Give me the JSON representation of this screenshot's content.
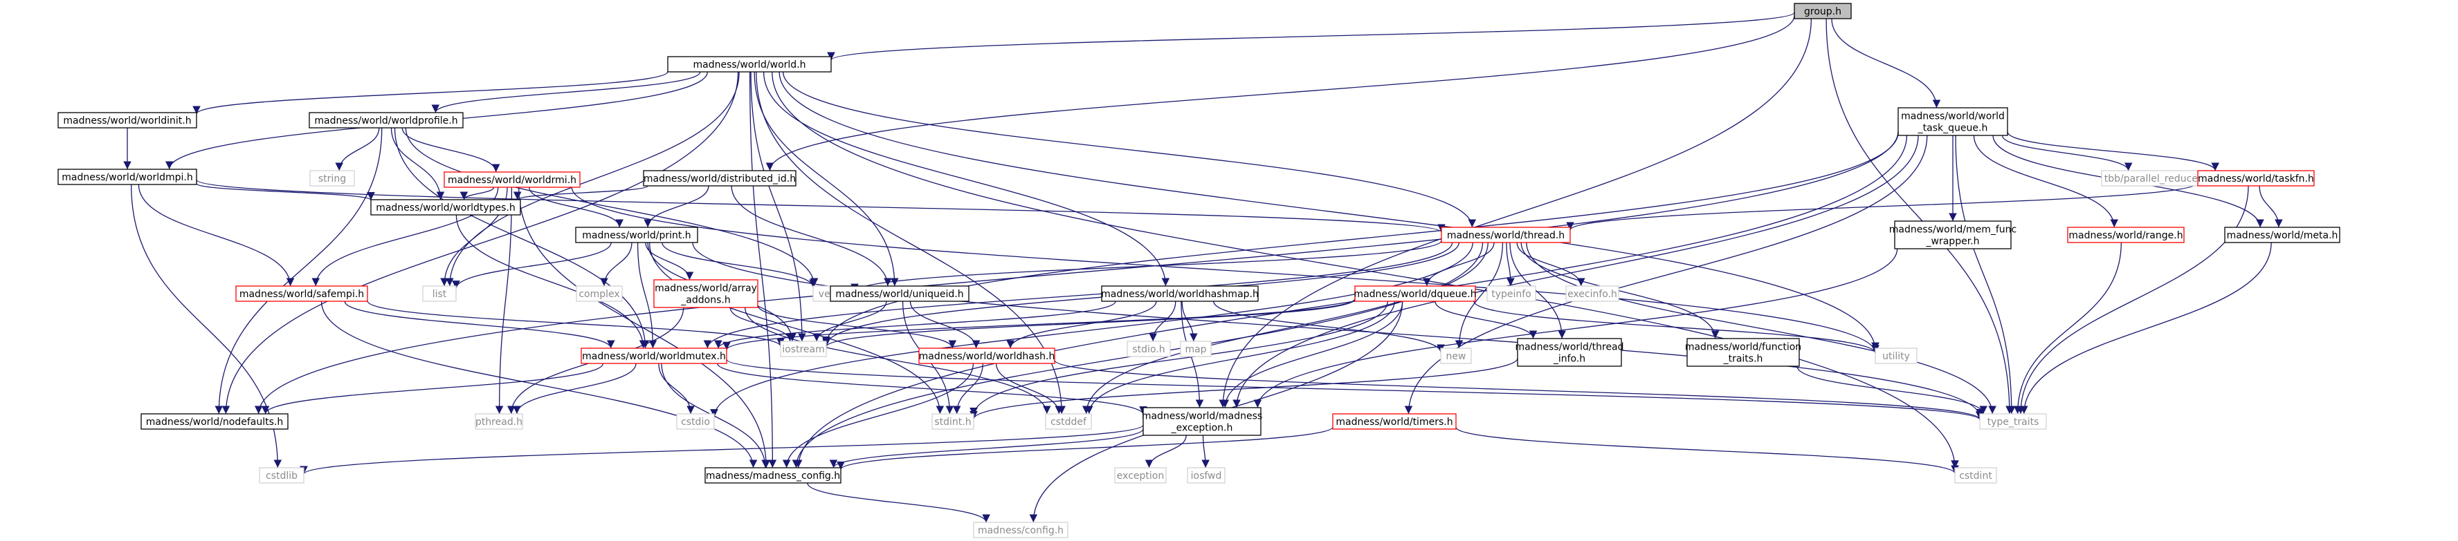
{
  "diagram": {
    "nodes": [
      {
        "id": "group",
        "label": "group.h",
        "style": "root"
      },
      {
        "id": "world",
        "label": "madness/world/world.h",
        "style": "black"
      },
      {
        "id": "worldtask",
        "label": "madness/world/world\n_task_queue.h",
        "style": "black"
      },
      {
        "id": "worldinit",
        "label": "madness/world/worldinit.h",
        "style": "black"
      },
      {
        "id": "worldprofile",
        "label": "madness/world/worldprofile.h",
        "style": "black"
      },
      {
        "id": "worldmpi",
        "label": "madness/world/worldmpi.h",
        "style": "black"
      },
      {
        "id": "worldrmi",
        "label": "madness/world/worldrmi.h",
        "style": "red"
      },
      {
        "id": "distid",
        "label": "madness/world/distributed_id.h",
        "style": "black"
      },
      {
        "id": "string",
        "label": "string",
        "style": "ext"
      },
      {
        "id": "worldtypes",
        "label": "madness/world/worldtypes.h",
        "style": "black"
      },
      {
        "id": "print",
        "label": "madness/world/print.h",
        "style": "black"
      },
      {
        "id": "thread",
        "label": "madness/world/thread.h",
        "style": "red"
      },
      {
        "id": "tbbpr",
        "label": "tbb/parallel_reduce.h",
        "style": "ext"
      },
      {
        "id": "taskfn",
        "label": "madness/world/taskfn.h",
        "style": "red"
      },
      {
        "id": "memfunc",
        "label": "madness/world/mem_func\n_wrapper.h",
        "style": "black"
      },
      {
        "id": "range",
        "label": "madness/world/range.h",
        "style": "red"
      },
      {
        "id": "meta",
        "label": "madness/world/meta.h",
        "style": "black"
      },
      {
        "id": "safempi",
        "label": "madness/world/safempi.h",
        "style": "red"
      },
      {
        "id": "list",
        "label": "list",
        "style": "ext"
      },
      {
        "id": "complex",
        "label": "complex",
        "style": "ext"
      },
      {
        "id": "arrayaddons",
        "label": "madness/world/array\n_addons.h",
        "style": "red"
      },
      {
        "id": "vector",
        "label": "vector",
        "style": "ext"
      },
      {
        "id": "uniqueid",
        "label": "madness/world/uniqueid.h",
        "style": "black"
      },
      {
        "id": "hashmap",
        "label": "madness/world/worldhashmap.h",
        "style": "black"
      },
      {
        "id": "dqueue",
        "label": "madness/world/dqueue.h",
        "style": "red"
      },
      {
        "id": "typeinfo",
        "label": "typeinfo",
        "style": "ext"
      },
      {
        "id": "execinfo",
        "label": "execinfo.h",
        "style": "ext"
      },
      {
        "id": "iostream",
        "label": "iostream",
        "style": "ext"
      },
      {
        "id": "stdioh",
        "label": "stdio.h",
        "style": "ext"
      },
      {
        "id": "map",
        "label": "map",
        "style": "ext"
      },
      {
        "id": "new",
        "label": "new",
        "style": "ext"
      },
      {
        "id": "utility",
        "label": "utility",
        "style": "ext"
      },
      {
        "id": "worldmutex",
        "label": "madness/world/worldmutex.h",
        "style": "red"
      },
      {
        "id": "worldhash",
        "label": "madness/world/worldhash.h",
        "style": "red"
      },
      {
        "id": "threadinfo",
        "label": "madness/world/thread\n_info.h",
        "style": "black"
      },
      {
        "id": "functraits",
        "label": "madness/world/function\n_traits.h",
        "style": "black"
      },
      {
        "id": "nodefaults",
        "label": "madness/world/nodefaults.h",
        "style": "black"
      },
      {
        "id": "pthread",
        "label": "pthread.h",
        "style": "ext"
      },
      {
        "id": "cstdio",
        "label": "cstdio",
        "style": "ext"
      },
      {
        "id": "stdint",
        "label": "stdint.h",
        "style": "ext"
      },
      {
        "id": "cstddef",
        "label": "cstddef",
        "style": "ext"
      },
      {
        "id": "madexc",
        "label": "madness/world/madness\n_exception.h",
        "style": "black"
      },
      {
        "id": "timers",
        "label": "madness/world/timers.h",
        "style": "red"
      },
      {
        "id": "typetraits",
        "label": "type_traits",
        "style": "ext"
      },
      {
        "id": "cstdlib",
        "label": "cstdlib",
        "style": "ext"
      },
      {
        "id": "madconfig",
        "label": "madness/madness_config.h",
        "style": "black"
      },
      {
        "id": "exception",
        "label": "exception",
        "style": "ext"
      },
      {
        "id": "iosfwd",
        "label": "iosfwd",
        "style": "ext"
      },
      {
        "id": "cstdint",
        "label": "cstdint",
        "style": "ext"
      },
      {
        "id": "config",
        "label": "madness/config.h",
        "style": "ext"
      }
    ],
    "edges": [
      [
        "group",
        "world"
      ],
      [
        "group",
        "worldtask"
      ],
      [
        "group",
        "distid"
      ],
      [
        "group",
        "madexc"
      ],
      [
        "group",
        "typetraits"
      ],
      [
        "world",
        "worldinit"
      ],
      [
        "world",
        "worldprofile"
      ],
      [
        "world",
        "worldmpi"
      ],
      [
        "world",
        "thread"
      ],
      [
        "world",
        "uniqueid"
      ],
      [
        "world",
        "hashmap"
      ],
      [
        "world",
        "nodefaults"
      ],
      [
        "world",
        "madconfig"
      ],
      [
        "world",
        "list"
      ],
      [
        "world",
        "utility"
      ],
      [
        "world",
        "iostream"
      ],
      [
        "world",
        "cstddef"
      ],
      [
        "world",
        "cstdint"
      ],
      [
        "worldtask",
        "tbbpr"
      ],
      [
        "worldtask",
        "taskfn"
      ],
      [
        "worldtask",
        "memfunc"
      ],
      [
        "worldtask",
        "range"
      ],
      [
        "worldtask",
        "meta"
      ],
      [
        "worldtask",
        "typetraits"
      ],
      [
        "worldtask",
        "iostream"
      ],
      [
        "worldtask",
        "madconfig"
      ],
      [
        "worldtask",
        "madexc"
      ],
      [
        "worldtask",
        "timers"
      ],
      [
        "worldtask",
        "nodefaults"
      ],
      [
        "worldinit",
        "worldmpi"
      ],
      [
        "worldprofile",
        "worldrmi"
      ],
      [
        "worldprofile",
        "worldtypes"
      ],
      [
        "worldprofile",
        "string"
      ],
      [
        "worldprofile",
        "vector"
      ],
      [
        "worldprofile",
        "worldmutex"
      ],
      [
        "worldprofile",
        "nodefaults"
      ],
      [
        "worldmpi",
        "safempi"
      ],
      [
        "worldmpi",
        "worldtypes"
      ],
      [
        "worldmpi",
        "thread"
      ],
      [
        "worldmpi",
        "cstdlib"
      ],
      [
        "worldrmi",
        "print"
      ],
      [
        "worldrmi",
        "worldtypes"
      ],
      [
        "worldrmi",
        "safempi"
      ],
      [
        "worldrmi",
        "list"
      ],
      [
        "worldrmi",
        "utility"
      ],
      [
        "worldrmi",
        "pthread"
      ],
      [
        "worldrmi",
        "madconfig"
      ],
      [
        "distid",
        "worldtypes"
      ],
      [
        "distid",
        "print"
      ],
      [
        "distid",
        "uniqueid"
      ],
      [
        "worldtypes",
        "worldmutex"
      ],
      [
        "print",
        "list"
      ],
      [
        "print",
        "complex"
      ],
      [
        "print",
        "arrayaddons"
      ],
      [
        "print",
        "vector"
      ],
      [
        "print",
        "iostream"
      ],
      [
        "print",
        "worldmutex"
      ],
      [
        "print",
        "typetraits"
      ],
      [
        "print",
        "stdint"
      ],
      [
        "thread",
        "vector"
      ],
      [
        "thread",
        "typeinfo"
      ],
      [
        "thread",
        "execinfo"
      ],
      [
        "thread",
        "dqueue"
      ],
      [
        "thread",
        "threadinfo"
      ],
      [
        "thread",
        "functraits"
      ],
      [
        "thread",
        "iostream"
      ],
      [
        "thread",
        "typetraits"
      ],
      [
        "thread",
        "cstddef"
      ],
      [
        "thread",
        "worldmutex"
      ],
      [
        "thread",
        "cstdio"
      ],
      [
        "thread",
        "new"
      ],
      [
        "thread",
        "madconfig"
      ],
      [
        "taskfn",
        "thread"
      ],
      [
        "taskfn",
        "meta"
      ],
      [
        "taskfn",
        "typetraits"
      ],
      [
        "memfunc",
        "madexc"
      ],
      [
        "range",
        "typetraits"
      ],
      [
        "meta",
        "typetraits"
      ],
      [
        "safempi",
        "iostream"
      ],
      [
        "safempi",
        "worldmutex"
      ],
      [
        "safempi",
        "madconfig"
      ],
      [
        "arrayaddons",
        "iostream"
      ],
      [
        "arrayaddons",
        "worldhash"
      ],
      [
        "arrayaddons",
        "pthread"
      ],
      [
        "arrayaddons",
        "cstddef"
      ],
      [
        "uniqueid",
        "iostream"
      ],
      [
        "uniqueid",
        "worldhash"
      ],
      [
        "uniqueid",
        "stdint"
      ],
      [
        "hashmap",
        "worldhash"
      ],
      [
        "hashmap",
        "stdioh"
      ],
      [
        "hashmap",
        "map"
      ],
      [
        "hashmap",
        "new"
      ],
      [
        "hashmap",
        "worldmutex"
      ],
      [
        "hashmap",
        "madexc"
      ],
      [
        "dqueue",
        "threadinfo"
      ],
      [
        "dqueue",
        "worldmutex"
      ],
      [
        "dqueue",
        "utility"
      ],
      [
        "dqueue",
        "cstddef"
      ],
      [
        "dqueue",
        "stdint"
      ],
      [
        "dqueue",
        "madexc"
      ],
      [
        "dqueue",
        "config"
      ],
      [
        "dqueue",
        "iostream"
      ],
      [
        "worldmutex",
        "nodefaults"
      ],
      [
        "worldmutex",
        "pthread"
      ],
      [
        "worldmutex",
        "cstdio"
      ],
      [
        "worldmutex",
        "madexc"
      ],
      [
        "worldmutex",
        "madconfig"
      ],
      [
        "worldmutex",
        "typetraits"
      ],
      [
        "worldhash",
        "stdint"
      ],
      [
        "worldhash",
        "cstddef"
      ],
      [
        "worldhash",
        "madconfig"
      ],
      [
        "worldhash",
        "typetraits"
      ],
      [
        "threadinfo",
        "stdint"
      ],
      [
        "functraits",
        "typetraits"
      ],
      [
        "madexc",
        "exception"
      ],
      [
        "madexc",
        "iosfwd"
      ],
      [
        "madexc",
        "madconfig"
      ],
      [
        "madexc",
        "cstdlib"
      ],
      [
        "timers",
        "madconfig"
      ],
      [
        "timers",
        "cstdint"
      ],
      [
        "madconfig",
        "config"
      ]
    ]
  }
}
